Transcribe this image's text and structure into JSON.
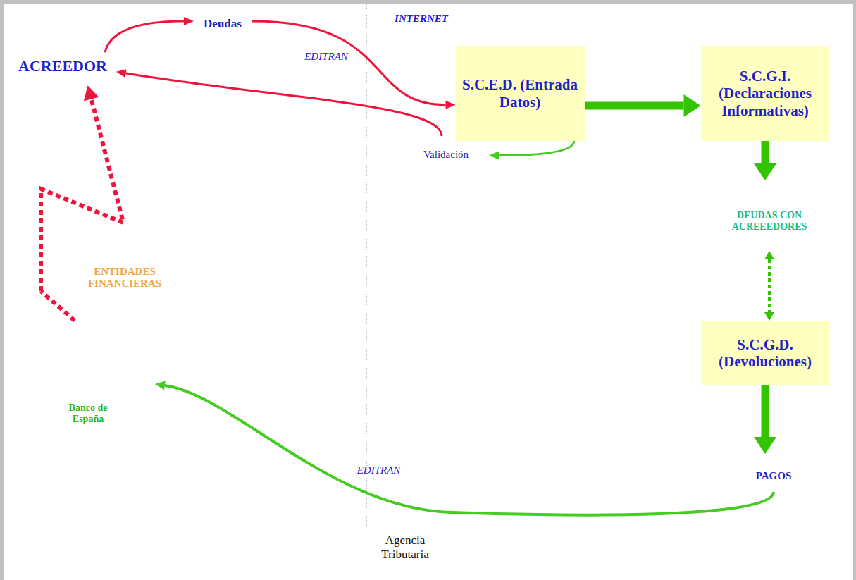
{
  "diagram": {
    "nodes": [
      {
        "text": [
          "ACREEDOR"
        ]
      },
      {
        "text": [
          "Deudas"
        ]
      },
      {
        "text": [
          "INTERNET"
        ]
      },
      {
        "text": [
          "EDITRAN"
        ]
      },
      {
        "text": [
          "S.C.E.D. (Entrada Datos)"
        ]
      },
      {
        "text": [
          "S.C.G.I. (Declaraciones Informativas)"
        ]
      },
      {
        "text": [
          "Validación"
        ]
      },
      {
        "text": [
          "DEUDAS CON ACREEEDORES"
        ]
      },
      {
        "text": [
          "S.C.G.D. (Devoluciones)"
        ]
      },
      {
        "text": [
          "PAGOS"
        ]
      },
      {
        "text": [
          "EDITRAN"
        ]
      },
      {
        "text": [
          "ENTIDADES FINANCIERAS"
        ]
      },
      {
        "text": [
          "Banco de España"
        ]
      }
    ],
    "edges": [
      {
        "from": 0,
        "to": 1,
        "arrow": "to"
      },
      {
        "from": 1,
        "to": 4,
        "arrow": "to"
      },
      {
        "from": 6,
        "to": 0,
        "arrow": "to"
      },
      {
        "from": 4,
        "to": 6,
        "arrow": "to"
      },
      {
        "from": 4,
        "to": 5,
        "arrow": "to"
      },
      {
        "from": 5,
        "to": 7,
        "arrow": "to"
      },
      {
        "from": 7,
        "to": 8,
        "arrow": "both"
      },
      {
        "from": 8,
        "to": 9,
        "arrow": "to"
      },
      {
        "from": 9,
        "to": 12,
        "arrow": "to"
      },
      {
        "from": 12,
        "to": 11,
        "arrow": "none"
      },
      {
        "from": 11,
        "to": 0,
        "arrow": "to"
      }
    ],
    "labels": [
      "Agencia Tributaria"
    ]
  }
}
